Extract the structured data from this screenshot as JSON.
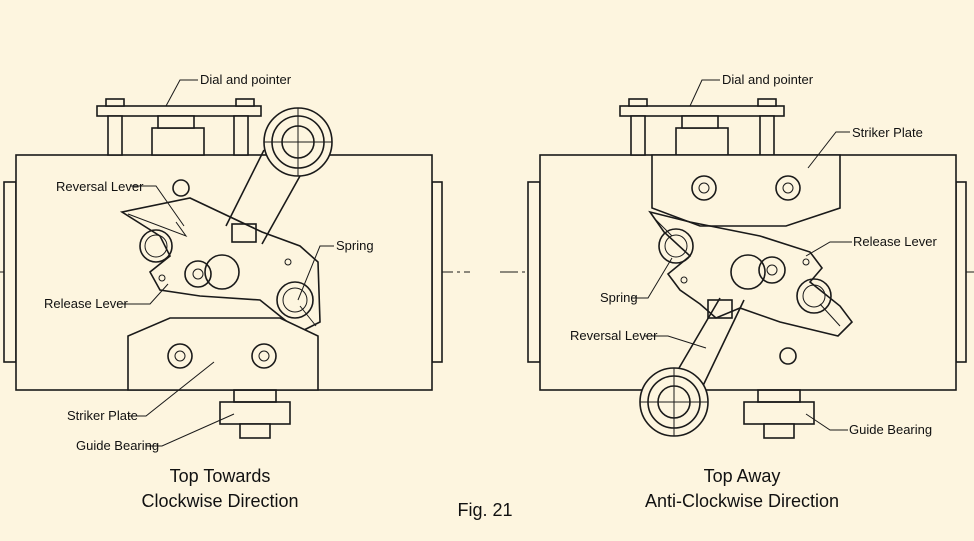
{
  "figure": {
    "caption": "Fig. 21"
  },
  "left_panel": {
    "caption_line1": "Top Towards",
    "caption_line2": "Clockwise Direction",
    "labels": {
      "dial": "Dial and pointer",
      "reversal": "Reversal Lever",
      "spring": "Spring",
      "release": "Release Lever",
      "striker": "Striker Plate",
      "guide": "Guide Bearing"
    }
  },
  "right_panel": {
    "caption_line1": "Top Away",
    "caption_line2": "Anti-Clockwise Direction",
    "labels": {
      "dial": "Dial and pointer",
      "striker": "Striker Plate",
      "release": "Release Lever",
      "spring": "Spring",
      "reversal": "Reversal Lever",
      "guide": "Guide Bearing"
    }
  },
  "colors": {
    "background": "#fdf5df",
    "line": "#1a1a1a"
  }
}
